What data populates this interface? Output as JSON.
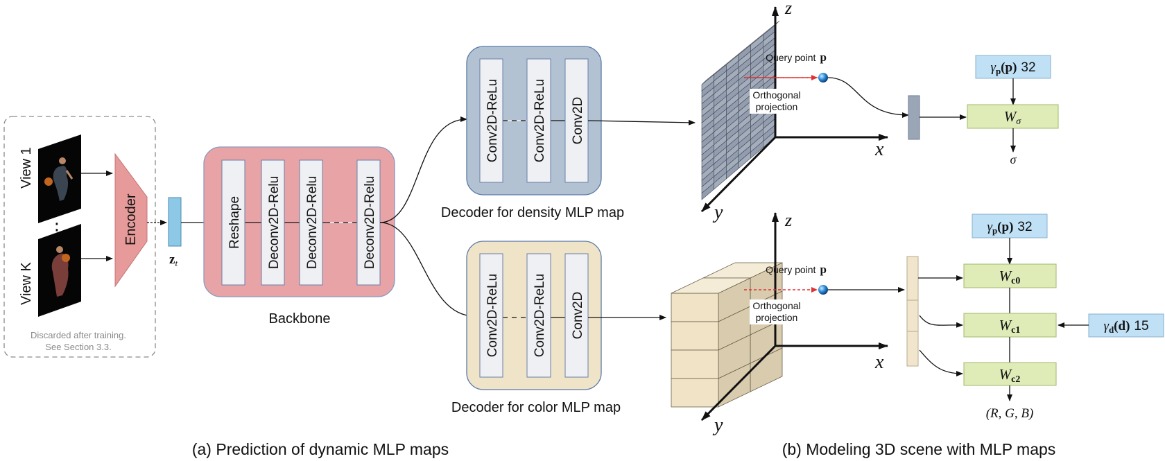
{
  "input": {
    "view_1": "View 1",
    "dots": "⋮",
    "view_k": "View K",
    "note_line1": "Discarded after training.",
    "note_line2": "See Section 3.3."
  },
  "encoder": {
    "label": "Encoder"
  },
  "latent": {
    "symbol": "z",
    "subscript": "t"
  },
  "backbone": {
    "layers": [
      "Reshape",
      "Deconv2D-Relu",
      "Deconv2D-Relu",
      "Deconv2D-Relu"
    ],
    "caption": "Backbone"
  },
  "density_decoder": {
    "layers": [
      "Conv2D-ReLu",
      "Conv2D-ReLu",
      "Conv2D"
    ],
    "caption": "Decoder for density MLP map"
  },
  "color_decoder": {
    "layers": [
      "Conv2D-ReLu",
      "Conv2D-ReLu",
      "Conv2D"
    ],
    "caption": "Decoder for color MLP map"
  },
  "density_scene": {
    "axis_z": "z",
    "axis_x": "x",
    "axis_y": "y",
    "query_label": "Query point",
    "query_symbol": "p",
    "projection_line1": "Orthogonal",
    "projection_line2": "projection"
  },
  "color_scene": {
    "axis_z": "z",
    "axis_x": "x",
    "axis_y": "y",
    "query_label": "Query point",
    "query_symbol": "p",
    "projection_line1": "Orthogonal",
    "projection_line2": "projection"
  },
  "density_mlp": {
    "posenc": {
      "gamma": "γ",
      "sub": "p",
      "arg": "(p)",
      "dim": "32"
    },
    "layer": {
      "W": "W",
      "sub": "σ"
    },
    "output": "σ"
  },
  "color_mlp": {
    "posenc": {
      "gamma": "γ",
      "sub": "p",
      "arg": "(p)",
      "dim": "32"
    },
    "layers": [
      {
        "W": "W",
        "sub": "c0"
      },
      {
        "W": "W",
        "sub": "c1"
      },
      {
        "W": "W",
        "sub": "c2"
      }
    ],
    "direnc": {
      "gamma": "γ",
      "sub": "d",
      "arg": "(d)",
      "dim": "15"
    },
    "output": "(R, G, B)"
  },
  "captions": {
    "left": "(a) Prediction of dynamic MLP maps",
    "right": "(b) Modeling 3D scene with MLP maps"
  },
  "colors": {
    "backbone_fill": "#e8a3a6",
    "encoder_fill": "#e69a9a",
    "latent_fill": "#8dc8e6",
    "density_fill": "#b2c2d2",
    "color_fill": "#efe3c8",
    "layer_fill": "#eef0f3",
    "mlp_fill": "#dfecb8",
    "enc_fill": "#bfe0f5",
    "grid_gray": "#9aa5b5",
    "cube_cream": "#f1e6cd",
    "query_blue": "#1e78c8",
    "arrow_red": "#e03030"
  }
}
